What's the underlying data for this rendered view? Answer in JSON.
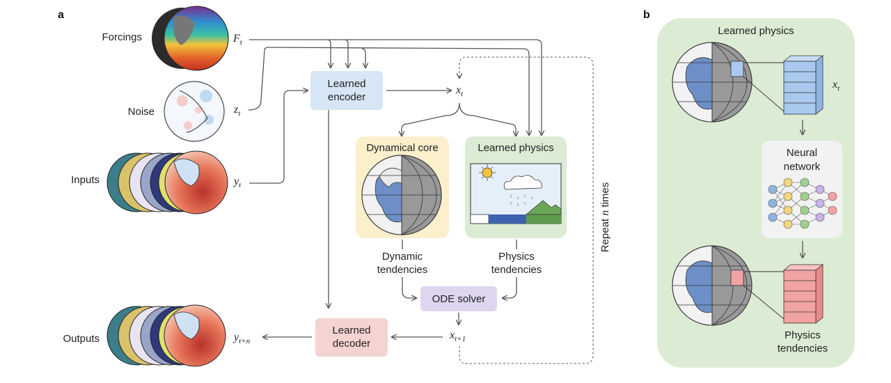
{
  "panel_a": {
    "letter": "a",
    "inputs": {
      "forcings": "Forcings",
      "noise": "Noise",
      "inputs": "Inputs",
      "outputs": "Outputs"
    },
    "vars": {
      "F": "F",
      "F_sub": "t",
      "z": "z",
      "z_sub": "t",
      "y": "y",
      "y_sub": "t",
      "x": "x",
      "x_sub": "t",
      "x1": "x",
      "x1_sub": "t+1",
      "yn": "y",
      "yn_sub": "t+n"
    },
    "encoder": [
      "Learned",
      "encoder"
    ],
    "decoder": [
      "Learned",
      "decoder"
    ],
    "dyn_core": "Dynamical core",
    "learned_physics": "Learned physics",
    "dyn_tend": [
      "Dynamic",
      "tendencies"
    ],
    "phys_tend": [
      "Physics",
      "tendencies"
    ],
    "ode": "ODE solver",
    "repeat": {
      "pre": "Repeat ",
      "n": "n",
      "post": " times"
    }
  },
  "panel_b": {
    "letter": "b",
    "title": "Learned physics",
    "nn": [
      "Neural",
      "network"
    ],
    "x": "x",
    "x_sub": "t",
    "phys_tend": [
      "Physics",
      "tendencies"
    ]
  },
  "colors": {
    "encoder": "#d6e6f4",
    "decoder": "#f5d3d0",
    "dyn_core": "#fbefcc",
    "learned_physics": "#dcebd3",
    "ode": "#ddd6ee",
    "panel_b_bg": "#dcebd3",
    "blue_stack": "#a9c9ee",
    "red_stack": "#f2a3a3"
  }
}
